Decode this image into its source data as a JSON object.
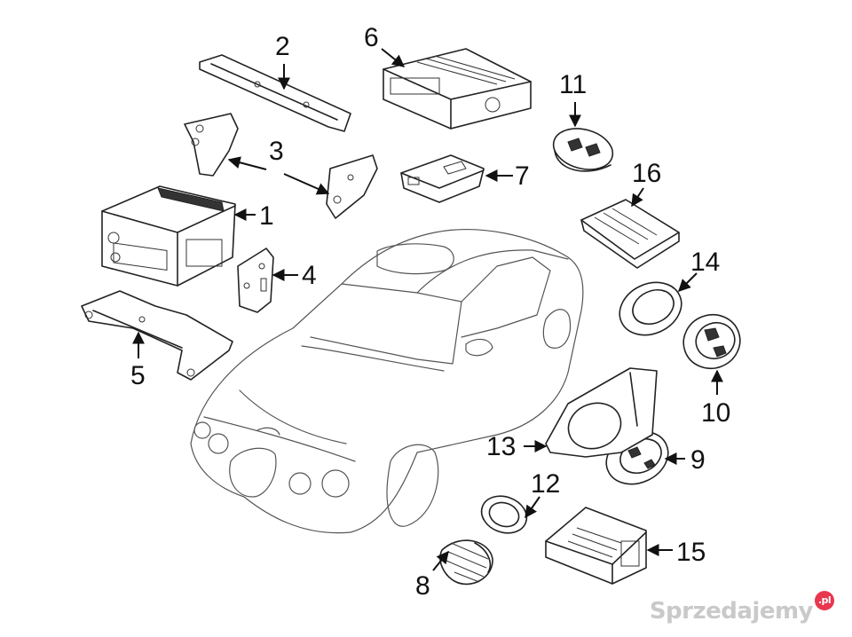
{
  "callouts": [
    "1",
    "2",
    "3",
    "4",
    "5",
    "6",
    "7",
    "8",
    "9",
    "10",
    "11",
    "12",
    "13",
    "14",
    "15",
    "16"
  ],
  "watermark": {
    "text": "Sprzedajemy",
    "badge": ".pl"
  },
  "icons": {
    "badge": "pl-circle-icon"
  },
  "colors": {
    "badge": "#e8374f",
    "ink": "#222222",
    "watermark": "#c9c9c9"
  }
}
